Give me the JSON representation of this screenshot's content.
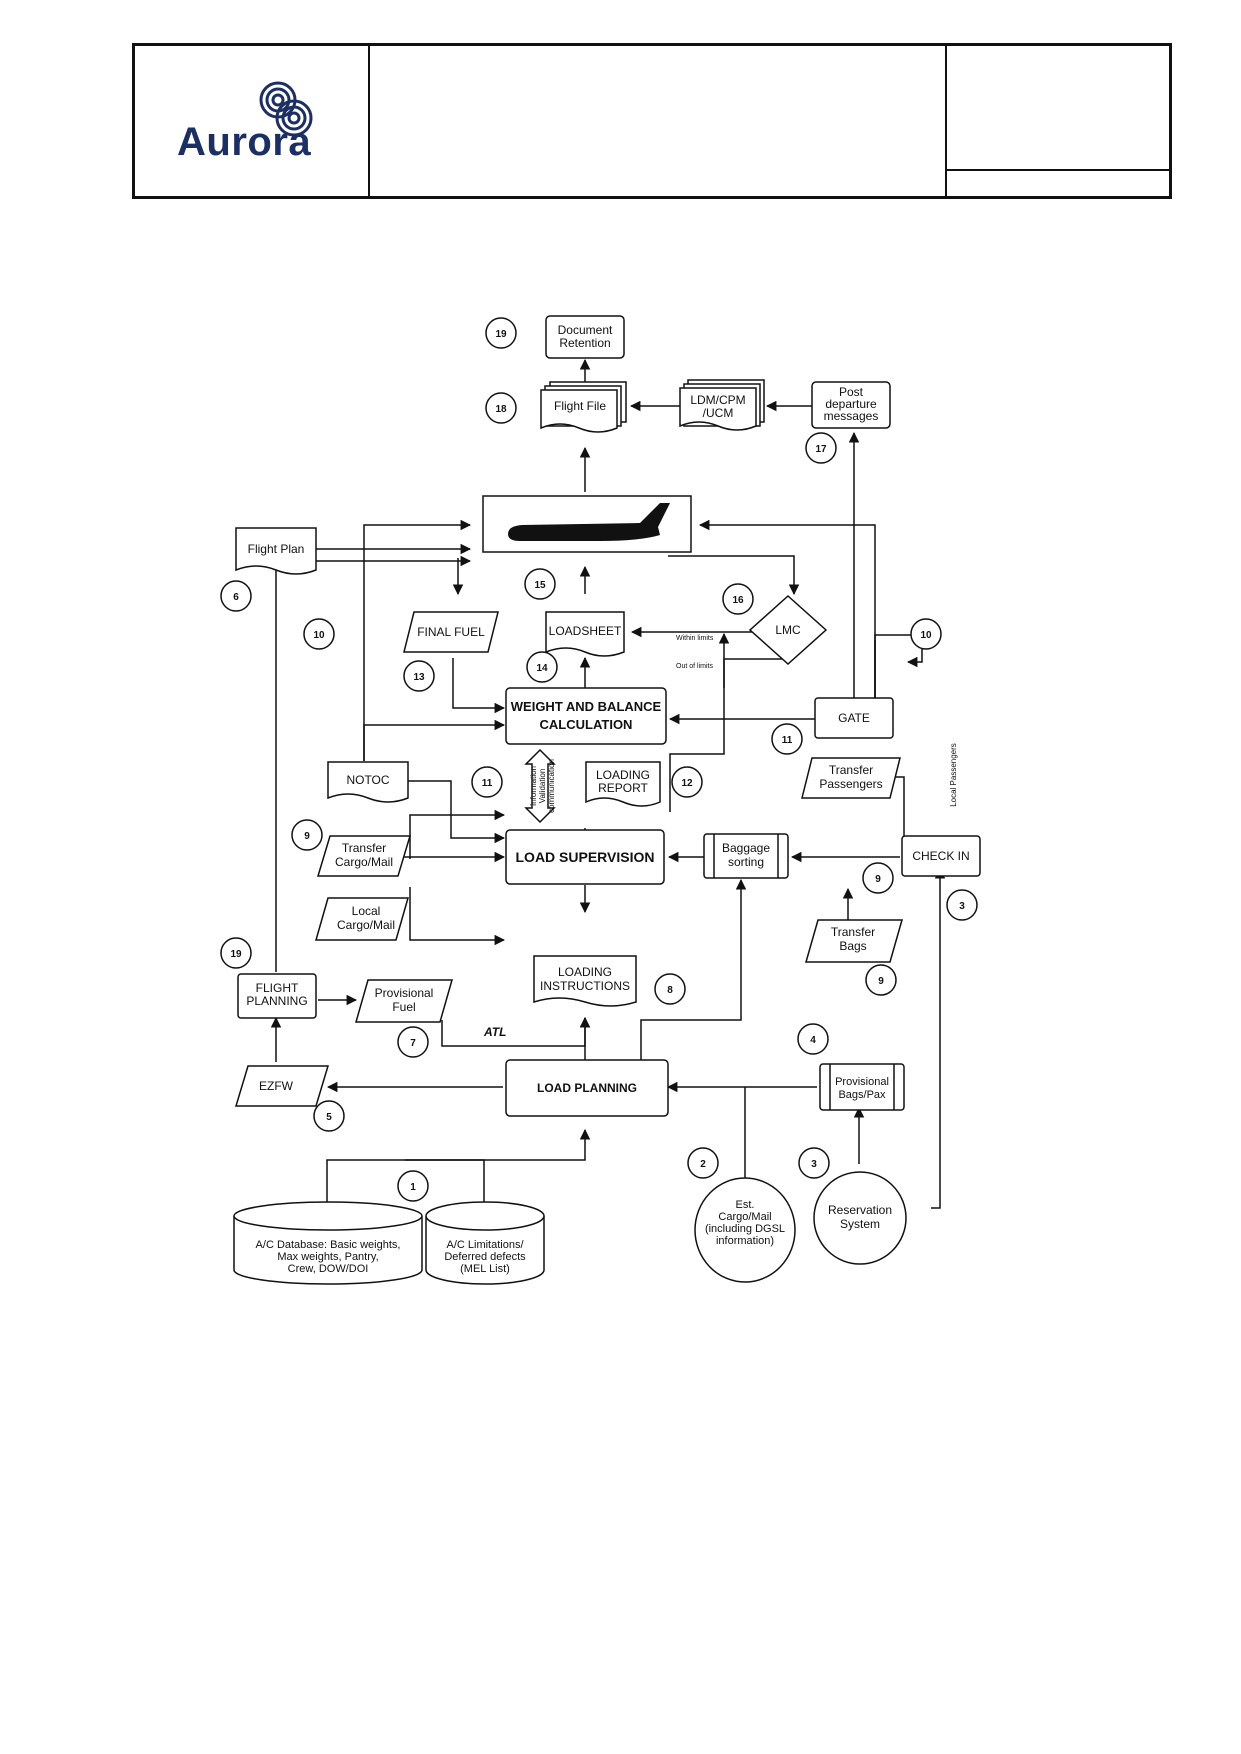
{
  "header": {
    "logo_text": "Aurora"
  },
  "diagram": {
    "nodes": {
      "document_retention": [
        "Document",
        "Retention"
      ],
      "flight_file": [
        "Flight File"
      ],
      "ldm_cpm_ucm": [
        "LDM/CPM",
        "/UCM"
      ],
      "post_departure_messages": [
        "Post",
        "departure",
        "messages"
      ],
      "flight_plan": [
        "Flight Plan"
      ],
      "final_fuel": [
        "FINAL FUEL"
      ],
      "loadsheet": [
        "LOADSHEET"
      ],
      "lmc": [
        "LMC"
      ],
      "weight_balance": [
        "WEIGHT AND BALANCE",
        "CALCULATION"
      ],
      "gate": [
        "GATE"
      ],
      "notoc": [
        "NOTOC"
      ],
      "loading_report": [
        "LOADING",
        "REPORT"
      ],
      "transfer_passengers": [
        "Transfer",
        "Passengers"
      ],
      "transfer_cargo_mail": [
        "Transfer",
        "Cargo/Mail"
      ],
      "load_supervision": [
        "LOAD SUPERVISION"
      ],
      "baggage_sorting": [
        "Baggage",
        "sorting"
      ],
      "check_in": [
        "CHECK IN"
      ],
      "local_cargo_mail": [
        "Local",
        "Cargo/Mail"
      ],
      "transfer_bags": [
        "Transfer",
        "Bags"
      ],
      "flight_planning": [
        "FLIGHT",
        "PLANNING"
      ],
      "provisional_fuel": [
        "Provisional",
        "Fuel"
      ],
      "loading_instructions": [
        "LOADING",
        "INSTRUCTIONS"
      ],
      "ezfw": [
        "EZFW"
      ],
      "load_planning": [
        "LOAD PLANNING"
      ],
      "provisional_bags_pax": [
        "Provisional",
        "Bags/Pax"
      ],
      "est_cargo_mail": [
        "Est.",
        "Cargo/Mail",
        "(including DGSL",
        "information)"
      ],
      "reservation_system": [
        "Reservation",
        "System"
      ],
      "ac_database": [
        "A/C Database: Basic weights,",
        "Max weights, Pantry,",
        "Crew, DOW/DOI"
      ],
      "ac_limitations": [
        "A/C Limitations/",
        "Deferred defects",
        "(MEL List)"
      ]
    },
    "edge_labels": {
      "within_limits": "Within limits",
      "out_of_limits": "Out of limits",
      "atl": "ATL",
      "local_passengers": "Local Passengers",
      "info_exchange": [
        "Information",
        "Validation",
        "communication"
      ]
    },
    "step_numbers": {
      "n19_top": "19",
      "n18": "18",
      "n17": "17",
      "n6": "6",
      "n10_left": "10",
      "n15": "15",
      "n16": "16",
      "n10_right": "10",
      "n13": "13",
      "n14": "14",
      "n11_right": "11",
      "n11_mid": "11",
      "n12": "12",
      "n9_left": "9",
      "n9_mid": "9",
      "n3_right": "3",
      "n19_bottom": "19",
      "n9_bottom": "9",
      "n8": "8",
      "n4": "4",
      "n7": "7",
      "n5": "5",
      "n1": "1",
      "n2": "2",
      "n3_bottom": "3"
    }
  }
}
